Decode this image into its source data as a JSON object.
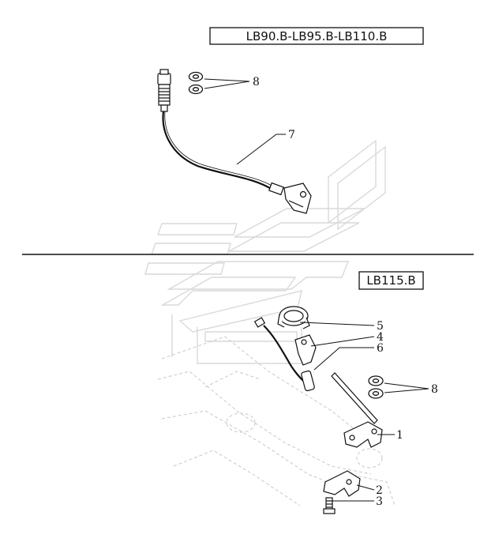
{
  "headers": {
    "top": "LB90.B-LB95.B-LB110.B",
    "bottom": "LB115.B"
  },
  "callouts": {
    "c1": "1",
    "c2": "2",
    "c3": "3",
    "c4": "4",
    "c5": "5",
    "c6": "6",
    "c7": "7",
    "c8_top": "8",
    "c8_bottom": "8"
  },
  "colors": {
    "ink": "#111111",
    "watermark": "#d6d6d6",
    "ghost": "#c4c4c4"
  }
}
